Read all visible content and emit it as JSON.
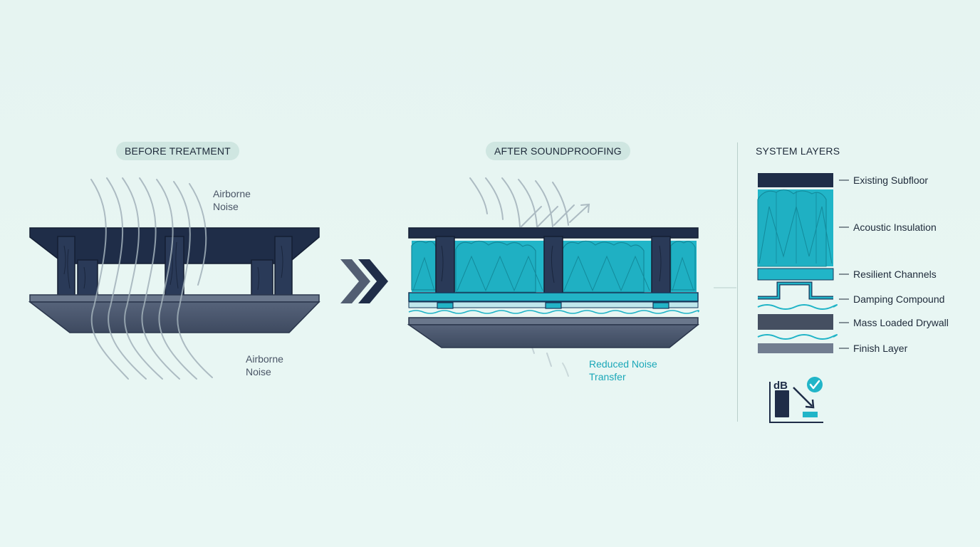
{
  "before": {
    "title": "BEFORE TREATMENT",
    "noise_top": [
      "Airborne",
      "Noise"
    ],
    "noise_bottom": [
      "Airborne",
      "Noise"
    ]
  },
  "after": {
    "title": "AFTER SOUNDPROOFING",
    "reduced": [
      "Reduced Noise",
      "Transfer"
    ]
  },
  "layers": {
    "title": "SYSTEM LAYERS",
    "items": [
      "Existing Subfloor",
      "Acoustic Insulation",
      "Resilient Channels",
      "Damping Compound",
      "Mass Loaded Drywall",
      "Finish Layer"
    ],
    "db_label": "dB"
  },
  "colors": {
    "navy": "#1f2d48",
    "slate": "#4d5a70",
    "teal": "#1fb4c7",
    "teal_dark": "#138a9b",
    "wave": "#9aaab5"
  },
  "icons": [
    "double-chevron-right-icon",
    "db-reduction-check-icon"
  ]
}
